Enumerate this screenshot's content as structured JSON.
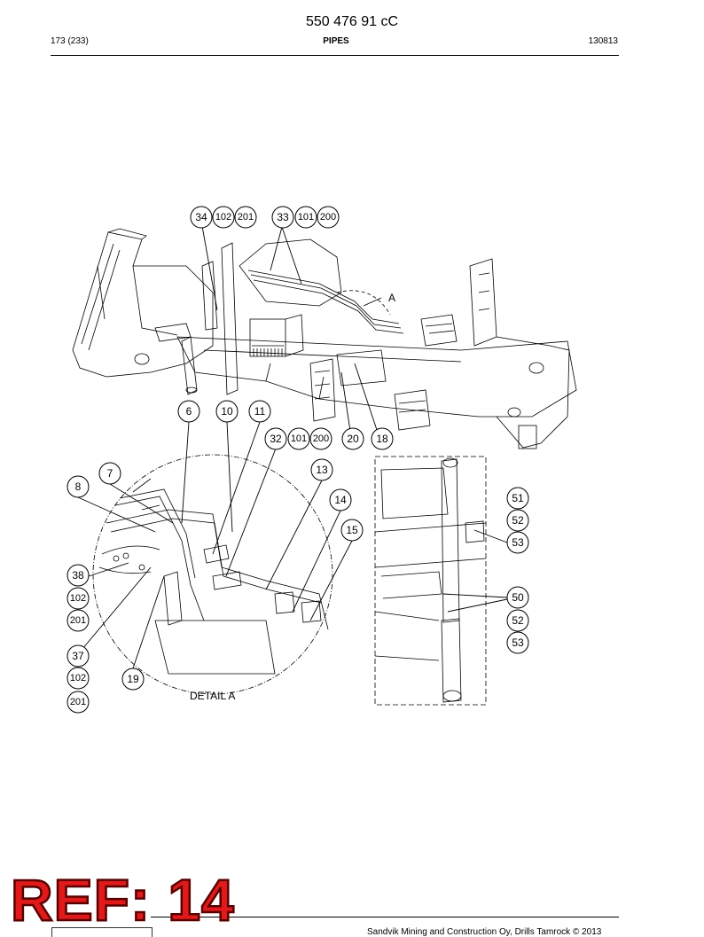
{
  "header": {
    "doc_number": "550 476 91 cC",
    "page_count": "173 (233)",
    "section_title": "PIPES",
    "date_code": "130813"
  },
  "drawing": {
    "callout_a": "A",
    "detail_label": "DETAIL  A",
    "callouts": {
      "c34": "34",
      "c102a": "102",
      "c201a": "201",
      "c33": "33",
      "c101a": "101",
      "c200a": "200",
      "c6": "6",
      "c10": "10",
      "c11": "11",
      "c32": "32",
      "c101b": "101",
      "c200b": "200",
      "c20": "20",
      "c18": "18",
      "c7": "7",
      "c8": "8",
      "c13": "13",
      "c14": "14",
      "c15": "15",
      "c38": "38",
      "c102b": "102",
      "c201b": "201",
      "c37": "37",
      "c102c": "102",
      "c201c": "201",
      "c19": "19",
      "c51": "51",
      "c52a": "52",
      "c53a": "53",
      "c50": "50",
      "c52b": "52",
      "c53b": "53"
    }
  },
  "footer": {
    "ref_stamp": "REF: 14",
    "copyright": "Sandvik Mining and Construction Oy, Drills Tamrock © 2013"
  },
  "colors": {
    "ink": "#000000",
    "stamp": "#e01a1a"
  }
}
